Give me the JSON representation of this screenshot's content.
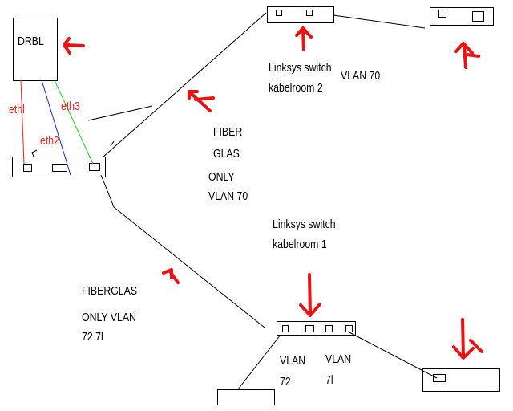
{
  "colors": {
    "line": "#000000",
    "eth1_link": "#ee2222",
    "eth2_link": "#2222cc",
    "eth3_link": "#22cc22",
    "arrow": "#ee1111",
    "label_red": "#ee2222"
  },
  "server": {
    "name": "DRBL"
  },
  "interfaces": {
    "eth1": "ethl",
    "eth2": "eth2",
    "eth3": "eth3"
  },
  "fiber_top": {
    "line1": "FIBER",
    "line2": "GLAS",
    "line3": "ONLY",
    "line4": "VLAN 70"
  },
  "fiber_bottom": {
    "line1": "FIBERGLAS",
    "line2": "ONLY VLAN",
    "line3": "72 7l"
  },
  "switch_room2": {
    "line1": "Linksys switch",
    "line2": "kabelroom 2",
    "vlan": "VLAN 70"
  },
  "switch_room1": {
    "line1": "Linksys switch",
    "line2": "kabelroom 1"
  },
  "vlan_labels": {
    "left_line1": "VLAN",
    "left_line2": "72",
    "right_line1": "VLAN",
    "right_line2": "7l"
  },
  "arrow_icons": [
    "arrow-left-icon",
    "arrow-up-icon",
    "arrow-up-left-icon",
    "arrow-down-icon"
  ]
}
